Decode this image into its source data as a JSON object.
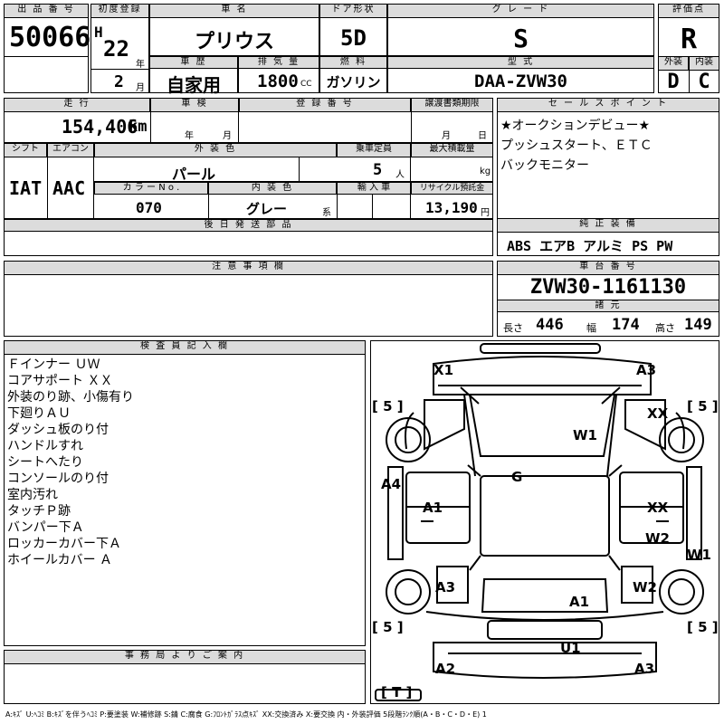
{
  "labels": {
    "lot_no": "出 品 番 号",
    "first_reg": "初度登録",
    "car_name": "車 名",
    "doors": "ドア形状",
    "grade": "グ レ ー ド",
    "score": "評価点",
    "year": "年",
    "history": "車 歴",
    "displacement": "排 気 量",
    "fuel": "燃 料",
    "model": "型 式",
    "exterior": "外装",
    "interior": "内装",
    "month": "月",
    "cc": "CC",
    "mileage": "走 行",
    "inspection": "車 検",
    "reg_no": "登 録 番 号",
    "transfer": "譲渡書類期限",
    "sales_point": "セ ー ル ス ポ イ ン ト",
    "shift": "シフト",
    "aircon": "エアコン",
    "ext_color": "外 装 色",
    "capacity": "乗車定員",
    "max_load": "最大積載量",
    "color_no": "カ ラ ー N o .",
    "int_color": "内 装 色",
    "import": "輸 入 車",
    "recycle": "リサイクル預託金",
    "later_parts": "後 日 発 送 部 品",
    "genuine_equip": "純 正 装 備",
    "cautions": "注 意 事 項 欄",
    "chassis_no": "車 台 番 号",
    "specs": "諸 元",
    "length": "長さ",
    "width": "幅",
    "height": "高さ",
    "inspector": "検 査 員 記 入 欄",
    "office": "事 務 局 よ り ご 案 内",
    "km": "km",
    "persons": "人",
    "kg": "kg",
    "yen": "円",
    "kei": "系",
    "ins_year": "年",
    "ins_month": "月",
    "trans_month": "月",
    "trans_day": "日"
  },
  "values": {
    "lot_no": "50066",
    "era": "H",
    "year": "22",
    "month": "2",
    "car_name": "プリウス",
    "doors": "5D",
    "grade": "S",
    "score": "R",
    "history": "自家用",
    "displacement": "1800",
    "fuel": "ガソリン",
    "model": "DAA-ZVW30",
    "exterior": "D",
    "interior": "C",
    "mileage": "154,406",
    "shift": "IAT",
    "aircon": "AAC",
    "ext_color": "パール",
    "capacity": "5",
    "color_no": "070",
    "int_color": "グレー",
    "recycle": "13,190",
    "equipment": "ABS エアB アルミ PS PW",
    "chassis_no": "ZVW30-1161130",
    "length": "446",
    "width": "174",
    "height": "149"
  },
  "sales_points": [
    "★オークションデビュー★",
    "プッシュスタート、ＥＴＣ",
    "バックモニター"
  ],
  "inspector_notes": [
    "Ｆインナー ＵＷ",
    "コアサポート ＸＸ",
    "外装のり跡、小傷有り",
    "下廻りＡＵ",
    "ダッシュ板のり付",
    "ハンドルすれ",
    "シートへたり",
    "コンソールのり付",
    "室内汚れ",
    "タッチＰ跡",
    "バンパー下Ａ",
    "ロッカーカバー下Ａ",
    "ホイールカバー Ａ"
  ],
  "diagram_marks": {
    "x1": "X1",
    "a3_top": "A3",
    "w1_hood": "W1",
    "xx_right": "XX",
    "g_roof": "G",
    "a4": "A4",
    "a1_left": "A1",
    "xx_door": "XX",
    "w2_rear_door": "W2",
    "w1_side": "W1",
    "a3_left": "A3",
    "w2_right": "W2",
    "a1_trunk": "A1",
    "u1": "U1",
    "a2": "A2",
    "a3_bottom": "A3",
    "tire_tl": "[ 5 ]",
    "tire_tr": "[ 5 ]",
    "tire_bl": "[ 5 ]",
    "tire_br": "[ 5 ]",
    "spare": "[ T ]"
  },
  "legend": "A:ｷｽﾞ U:ﾍｺﾐ B:ｷｽﾞを伴うﾍｺﾐ P:要塗装 W:補修跡 S:錆 C:腐食 G:ﾌﾛﾝﾄｶﾞﾗｽ点ｷｽﾞ XX:交換済み X:要交換 内・外装評価 5段階ﾗﾝｸ順(A・B・C・D・E) 1"
}
